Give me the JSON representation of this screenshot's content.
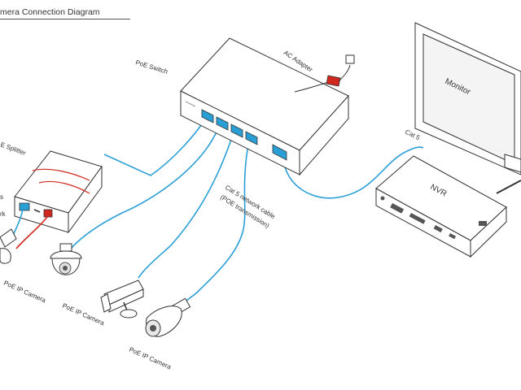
{
  "diagram": {
    "title": "mera Connection Diagram",
    "labels": {
      "poe_switch": "PoE  Switch",
      "ac_adapter": "AC Adapter",
      "monitor": "Monitor",
      "nvr": "NVR",
      "cat5": "Cat 5",
      "cable_line1": "Cat 5 network cable",
      "cable_line2": "(POE transmission)",
      "splitter": "E Splitter",
      "splitter_side_a": "s",
      "splitter_side_b": "rk",
      "camera_1": "PoE IP Camera",
      "camera_2": "PoE IP Camera",
      "camera_3": "PoE IP Camera"
    },
    "colors": {
      "cable": "#2a9fd6",
      "power_cable": "#d0281e",
      "outline": "#333333"
    },
    "icons": [
      "poe-switch-icon",
      "ac-adapter-icon",
      "monitor-icon",
      "nvr-icon",
      "poe-splitter-icon",
      "bullet-camera-icon",
      "dome-camera-icon",
      "box-camera-icon"
    ]
  }
}
